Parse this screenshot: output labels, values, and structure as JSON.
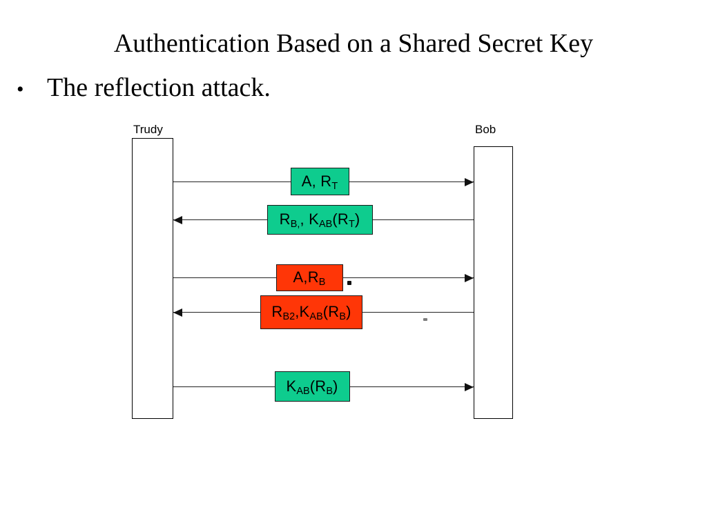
{
  "slide": {
    "title": "Authentication Based on a Shared Secret Key",
    "bullet_glyph": "•",
    "bullet_text": "The reflection attack."
  },
  "diagram": {
    "type": "sequence-diagram",
    "actors": [
      {
        "id": "trudy",
        "label": "Trudy",
        "side": "left"
      },
      {
        "id": "bob",
        "label": "Bob",
        "side": "right"
      }
    ],
    "colors": {
      "green_fill": "#0ECC8E",
      "red_fill": "#FF3607",
      "box_border": "#1a1a1a",
      "line": "#222222",
      "background": "#ffffff",
      "text": "#000000"
    },
    "messages": [
      {
        "index": 1,
        "from": "trudy",
        "to": "bob",
        "direction": "right",
        "color": "green",
        "label_plain": "A, RT",
        "parts": [
          {
            "t": "A, R",
            "sub": false
          },
          {
            "t": "T",
            "sub": true
          }
        ]
      },
      {
        "index": 2,
        "from": "bob",
        "to": "trudy",
        "direction": "left",
        "color": "green",
        "label_plain": "RB,, KAB(RT)",
        "parts": [
          {
            "t": "R",
            "sub": false
          },
          {
            "t": "B,",
            "sub": true
          },
          {
            "t": ", K",
            "sub": false
          },
          {
            "t": "AB",
            "sub": true
          },
          {
            "t": "(R",
            "sub": false
          },
          {
            "t": "T",
            "sub": true
          },
          {
            "t": ")",
            "sub": false
          }
        ]
      },
      {
        "index": 3,
        "from": "trudy",
        "to": "bob",
        "direction": "right",
        "color": "red",
        "label_plain": "A,RB",
        "parts": [
          {
            "t": "A,R",
            "sub": false
          },
          {
            "t": "B",
            "sub": true
          }
        ]
      },
      {
        "index": 4,
        "from": "bob",
        "to": "trudy",
        "direction": "left",
        "color": "red",
        "label_plain": "RB2,KAB(RB)",
        "parts": [
          {
            "t": "R",
            "sub": false
          },
          {
            "t": "B2",
            "sub": true
          },
          {
            "t": ",K",
            "sub": false
          },
          {
            "t": "AB",
            "sub": true
          },
          {
            "t": "(R",
            "sub": false
          },
          {
            "t": "B",
            "sub": true
          },
          {
            "t": ")",
            "sub": false
          }
        ]
      },
      {
        "index": 5,
        "from": "trudy",
        "to": "bob",
        "direction": "right",
        "color": "green",
        "label_plain": "KAB(RB)",
        "parts": [
          {
            "t": "K",
            "sub": false
          },
          {
            "t": "AB",
            "sub": true
          },
          {
            "t": "(R",
            "sub": false
          },
          {
            "t": "B",
            "sub": true
          },
          {
            "t": ")",
            "sub": false
          }
        ]
      }
    ]
  }
}
